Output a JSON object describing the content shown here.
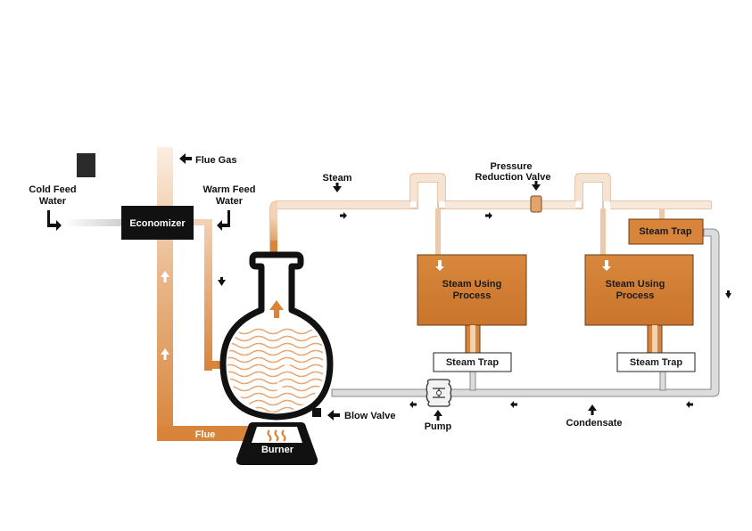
{
  "labels": {
    "flue_gas": "Flue Gas",
    "cold_feed_water_line1": "Cold Feed",
    "cold_feed_water_line2": "Water",
    "warm_feed_water_line1": "Warm Feed",
    "warm_feed_water_line2": "Water",
    "economizer": "Economizer",
    "steam": "Steam",
    "pressure_reduction_valve_line1": "Pressure",
    "pressure_reduction_valve_line2": "Reduction Valve",
    "steam_using_process_line1": "Steam Using",
    "steam_using_process_line2": "Process",
    "steam_trap": "Steam Trap",
    "blow_valve": "Blow Valve",
    "pump": "Pump",
    "condensate": "Condensate",
    "flue": "Flue",
    "burner": "Burner"
  },
  "colors": {
    "steam_orange": "#d8843a",
    "pipe_light": "#f3dcc6",
    "condensate_grey": "#dedede",
    "outline_dark": "#222222",
    "box_black": "#111111"
  }
}
